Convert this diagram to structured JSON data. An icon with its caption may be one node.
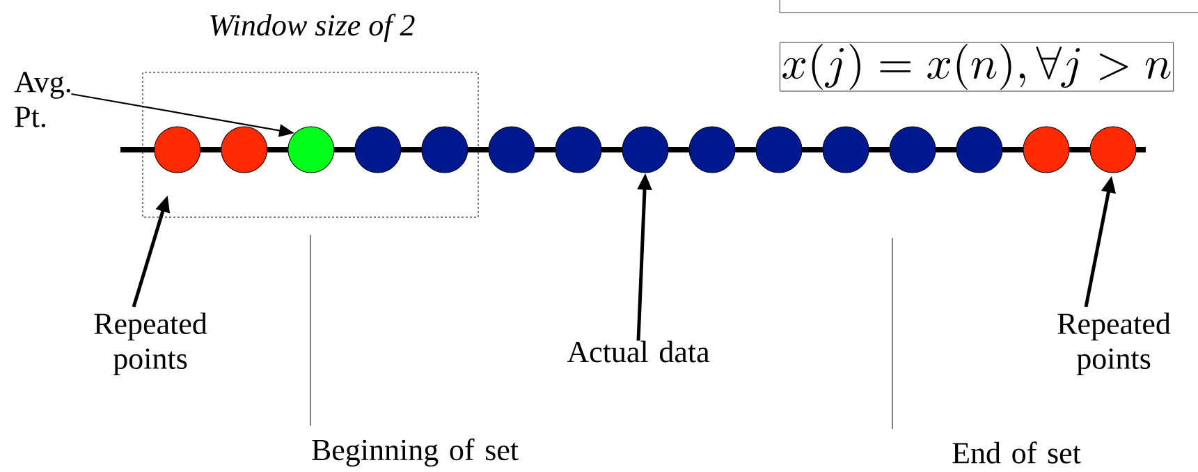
{
  "diagram": {
    "nodes": [
      {
        "text": [
          "Window size of 2"
        ]
      },
      {
        "text": [
          "Avg. Pt."
        ]
      },
      {
        "text": [],
        "shape": "circle",
        "in": 0
      },
      {
        "text": [],
        "shape": "circle",
        "in": 0
      },
      {
        "text": [],
        "shape": "circle",
        "in": 0
      },
      {
        "text": [],
        "shape": "circle",
        "in": 0
      },
      {
        "text": [],
        "shape": "circle",
        "in": 0
      },
      {
        "text": [],
        "shape": "circle"
      },
      {
        "text": [],
        "shape": "circle"
      },
      {
        "text": [],
        "shape": "circle"
      },
      {
        "text": [],
        "shape": "circle"
      },
      {
        "text": [],
        "shape": "circle"
      },
      {
        "text": [],
        "shape": "circle"
      },
      {
        "text": [],
        "shape": "circle"
      },
      {
        "text": [],
        "shape": "circle"
      },
      {
        "text": [],
        "shape": "circle"
      },
      {
        "text": [],
        "shape": "circle"
      },
      {
        "text": [
          "Repeated points"
        ]
      },
      {
        "text": [
          "Actual data"
        ]
      },
      {
        "text": [
          "Repeated points"
        ]
      },
      {
        "text": [
          "Beginning of set"
        ]
      },
      {
        "text": [
          "End of set"
        ]
      },
      {
        "text": [],
        "shape": "box"
      },
      {
        "text": [
          "x(j) = x(n), \\forall j > n"
        ]
      }
    ],
    "edges": [
      {
        "from": 1,
        "to": 4,
        "arrow": "to"
      },
      {
        "from": 17,
        "to": 2,
        "arrow": "to",
        "style": "thick"
      },
      {
        "from": 18,
        "to": 9,
        "arrow": "to",
        "style": "thick"
      },
      {
        "from": 19,
        "to": 16,
        "arrow": "to",
        "style": "thick"
      },
      {
        "from": 20,
        "to": null,
        "arrow": "none"
      },
      {
        "from": 21,
        "to": null,
        "arrow": "none"
      }
    ]
  }
}
